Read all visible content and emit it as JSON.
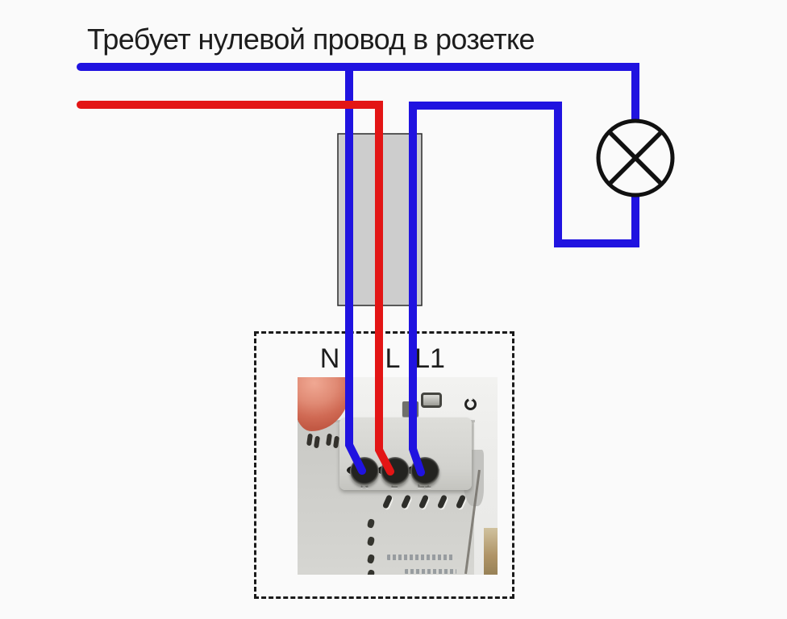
{
  "title": "Требует нулевой провод в розетке",
  "colors": {
    "background": "#fafafa",
    "neutral_wire": "#2013e0",
    "live_wire": "#e31515",
    "outline": "#111111",
    "conduit_fill": "#cdcdcd",
    "dashed_border": "#1a1a1a"
  },
  "diagram_labels": [
    "N",
    "L",
    "L1"
  ],
  "device": {
    "terminal_labels": [
      "N",
      "L",
      "L1"
    ]
  },
  "icons": {
    "lamp": "lamp-cross-circle-icon",
    "conduit": "junction-conduit-box",
    "connector": "connector-port-icon",
    "ring": "ring-icon"
  }
}
